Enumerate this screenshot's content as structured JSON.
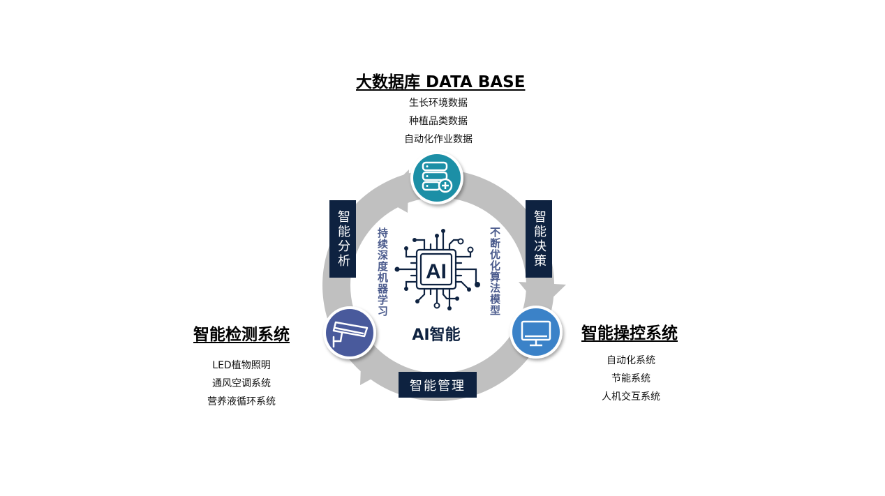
{
  "database": {
    "title": "大数据库 DATA BASE",
    "items": [
      "生长环境数据",
      "种植品类数据",
      "自动化作业数据"
    ]
  },
  "detection": {
    "title": "智能检测系统",
    "items": [
      "LED植物照明",
      "通风空调系统",
      "营养液循环系统"
    ]
  },
  "control": {
    "title": "智能操控系统",
    "items": [
      "自动化系统",
      "节能系统",
      "人机交互系统"
    ]
  },
  "cycle_labels": {
    "analysis": "智能分析",
    "decision": "智能决策",
    "management": "智能管理"
  },
  "inner_text": {
    "left": "持续深度机器学习",
    "right": "不断优化算法模型"
  },
  "center": {
    "chip_text": "AI",
    "label": "AI智能"
  },
  "colors": {
    "dark_navy": "#0e2240",
    "teal": "#1a8fa6",
    "purple_blue": "#4a5a9c",
    "blue": "#3a82c8",
    "arrow_gray": "#c0c0c0",
    "inner_text": "#4a5a8c"
  },
  "icons": {
    "database": "server-plus-icon",
    "detection": "security-camera-icon",
    "control": "monitor-icon",
    "center": "ai-chip-icon"
  }
}
